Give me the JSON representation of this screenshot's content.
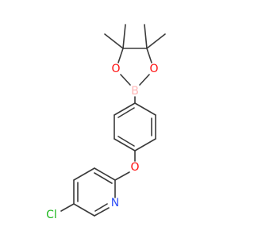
{
  "molecule": {
    "atoms": [
      {
        "id": "o-top-left",
        "element": "O",
        "label": "O",
        "color": "#ff0d0d"
      },
      {
        "id": "o-top-right",
        "element": "O",
        "label": "O",
        "color": "#ff0d0d"
      },
      {
        "id": "b-boron",
        "element": "B",
        "label": "B",
        "color": "#ffb5b5"
      },
      {
        "id": "o-ether",
        "element": "O",
        "label": "O",
        "color": "#ff0d0d"
      },
      {
        "id": "n-pyridine",
        "element": "N",
        "label": "N",
        "color": "#3050f8"
      },
      {
        "id": "cl-chloro",
        "element": "Cl",
        "label": "Cl",
        "color": "#1fb81f"
      }
    ],
    "bond_color": "#3a3a3a"
  }
}
